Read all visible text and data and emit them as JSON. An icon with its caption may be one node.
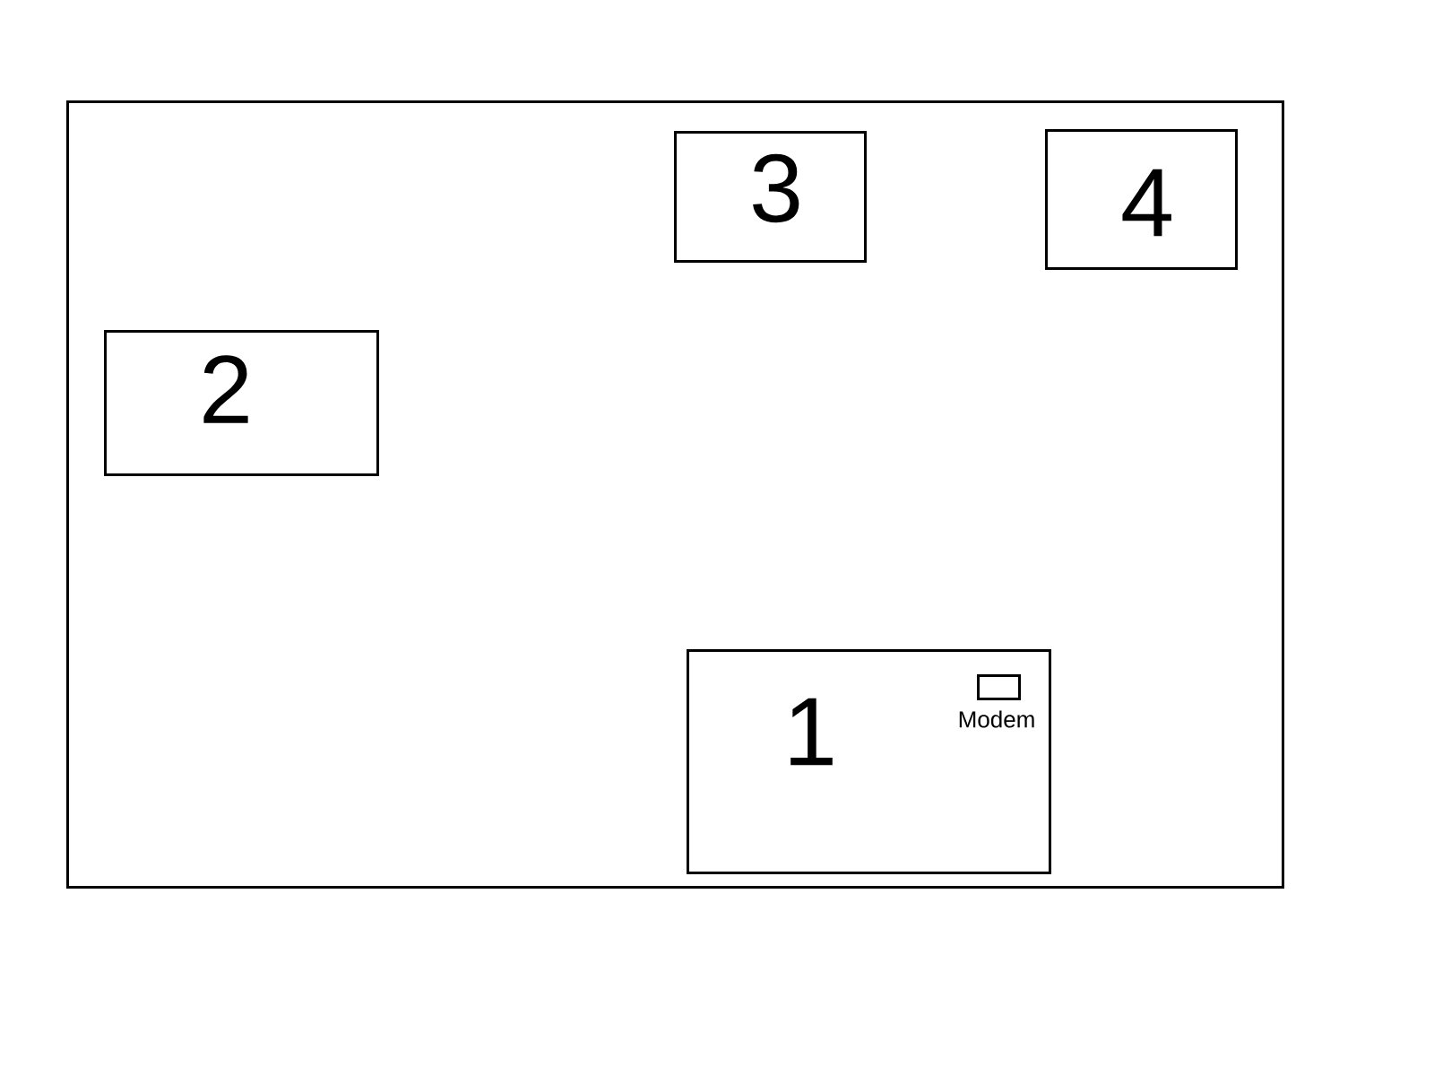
{
  "diagram": {
    "nodes": [
      {
        "text": [],
        "shape": "box"
      },
      {
        "text": [
          "3"
        ],
        "in": 0
      },
      {
        "text": [
          "4"
        ],
        "in": 0
      },
      {
        "text": [
          "2"
        ],
        "in": 0
      },
      {
        "text": [
          "1"
        ],
        "in": 0
      },
      {
        "text": [
          "Modem"
        ],
        "in": 4
      }
    ]
  }
}
